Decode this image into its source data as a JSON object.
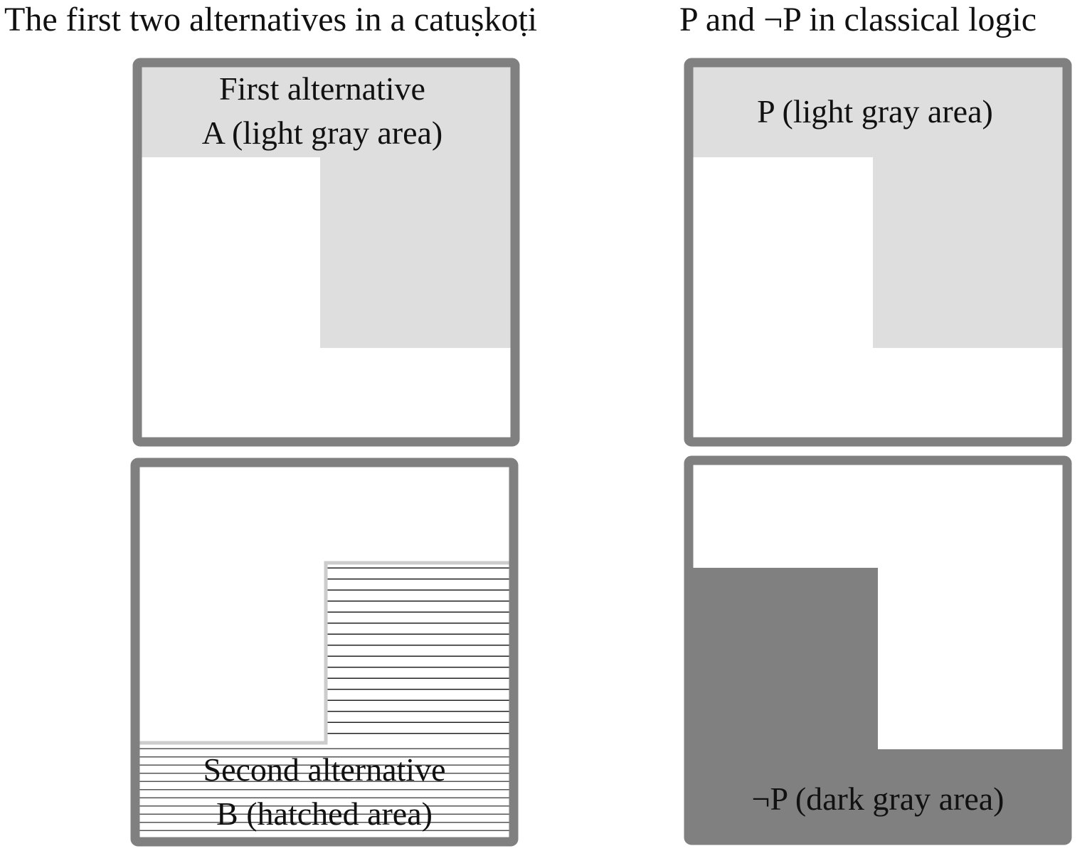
{
  "left_column": {
    "title": "The first two alternatives in a catuṣkoṭi",
    "top_panel": {
      "label_line1": "First alternative",
      "label_line2": "A (light gray area)"
    },
    "bottom_panel": {
      "label_line1": "Second alternative",
      "label_line2": "B (hatched area)"
    }
  },
  "right_column": {
    "title": "P and ¬P in classical logic",
    "top_panel": {
      "label": "P (light gray area)"
    },
    "bottom_panel": {
      "label": "¬P (dark gray area)"
    }
  },
  "colors": {
    "frame": "#808080",
    "light_gray": "#dedede",
    "dark_gray": "#808080",
    "hatch_line": "#222222",
    "hatch_border": "#cccccc"
  }
}
